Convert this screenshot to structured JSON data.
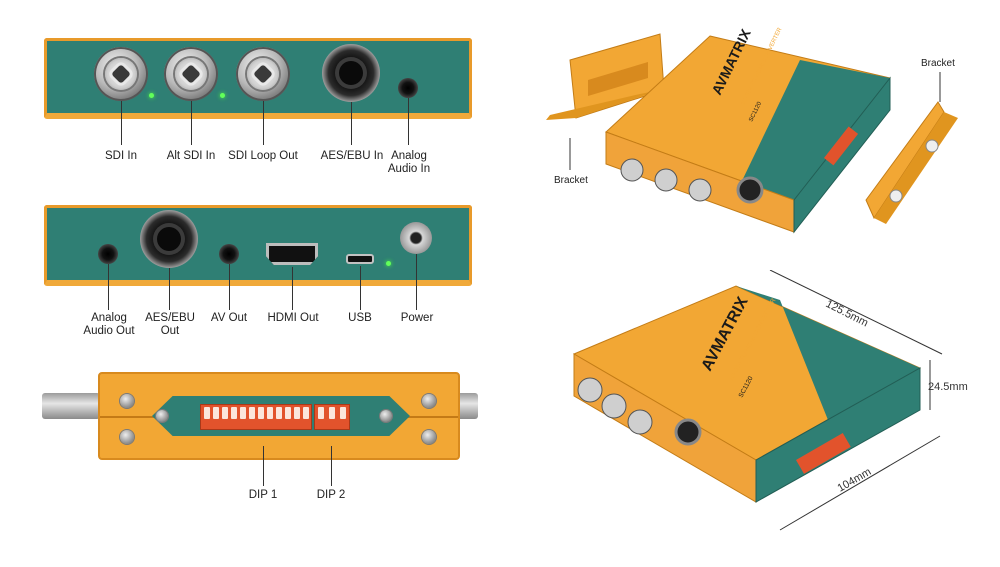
{
  "top_panel": {
    "labels": {
      "sdi_in": "SDI In",
      "alt_sdi_in": "Alt SDI In",
      "sdi_loop_out": "SDI Loop Out",
      "aes_ebu_in": "AES/EBU In",
      "analog_audio_in_1": "Analog",
      "analog_audio_in_2": "Audio In"
    }
  },
  "bottom_panel": {
    "labels": {
      "analog_audio_out_1": "Analog",
      "analog_audio_out_2": "Audio Out",
      "aes_ebu_out_1": "AES/EBU",
      "aes_ebu_out_2": "Out",
      "av_out": "AV Out",
      "hdmi_out": "HDMI Out",
      "usb": "USB",
      "power": "Power"
    }
  },
  "dip_panel": {
    "labels": {
      "dip1": "DIP 1",
      "dip2": "DIP 2"
    }
  },
  "exploded_view": {
    "bracket_left": "Bracket",
    "bracket_right": "Bracket",
    "brand": "AVMATRIX",
    "model": "SC1120",
    "subtitle": "3G-SDI TO HDMI CONVERTER"
  },
  "dimension_view": {
    "length": "125.5mm",
    "height": "24.5mm",
    "width": "104mm",
    "brand": "AVMATRIX",
    "model": "SC1120",
    "subtitle": "3G-SDI TO HDMI CONVERTER"
  },
  "colors": {
    "teal": "#2f7f74",
    "orange": "#f2a734",
    "dip_red": "#e2532c"
  }
}
